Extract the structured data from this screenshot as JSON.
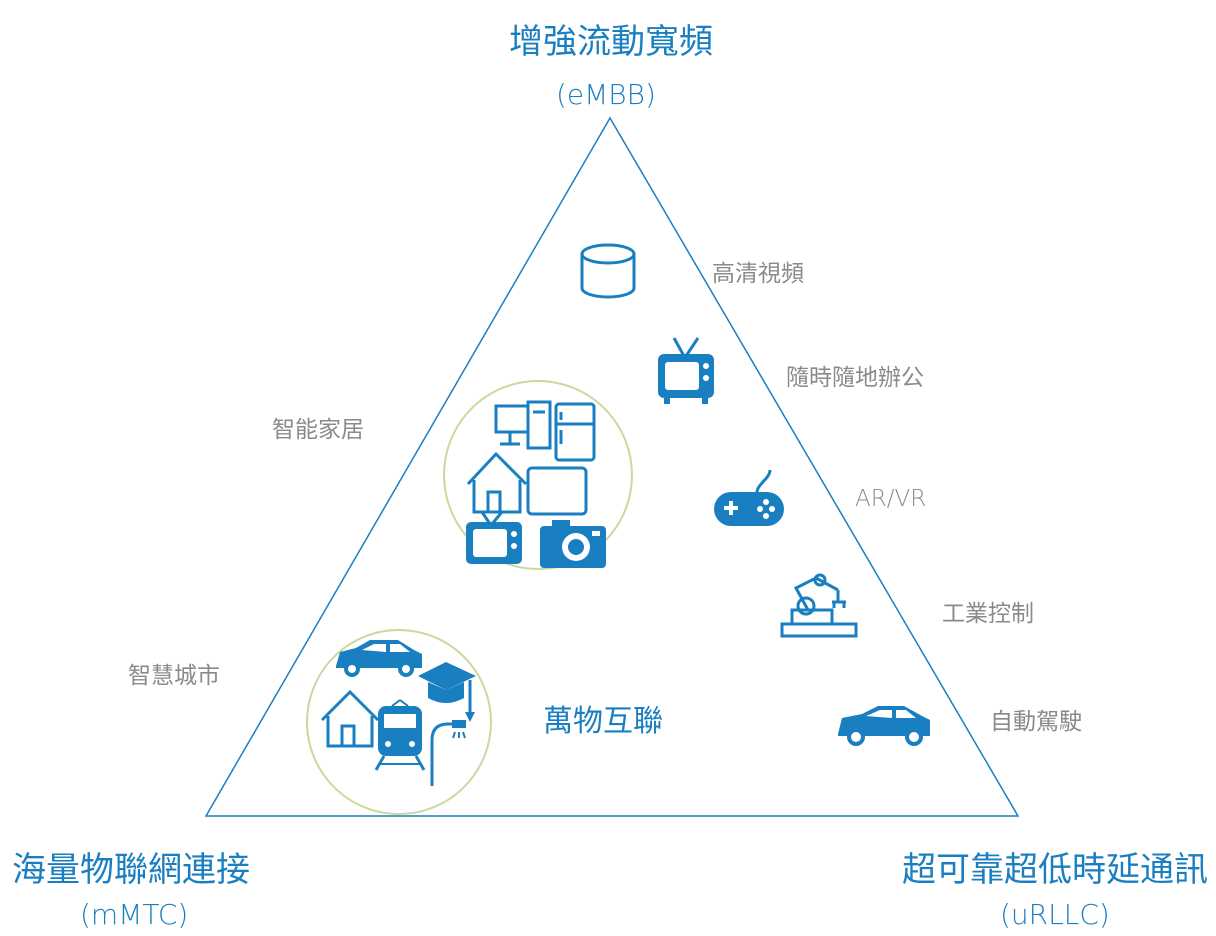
{
  "vertices": {
    "top": {
      "title": "增強流動寬頻",
      "abbr": "(eMBB)"
    },
    "bottom_left": {
      "title": "海量物聯網連接",
      "abbr": "(mMTC)"
    },
    "bottom_right": {
      "title": "超可靠超低時延通訊",
      "abbr": "(uRLLC)"
    }
  },
  "labels": {
    "hd_video": "高清視頻",
    "mobile_office": "隨時隨地辦公",
    "ar_vr": "AR/VR",
    "industrial_control": "工業控制",
    "autonomous_driving": "自動駕駛",
    "smart_home": "智能家居",
    "smart_city": "智慧城市",
    "center": "萬物互聯"
  },
  "icons": {
    "hd_video": "cylinder-icon",
    "mobile_office": "tv-icon",
    "ar_vr": "gamepad-icon",
    "industrial_control": "robot-arm-icon",
    "autonomous_driving": "car-icon",
    "smart_home_group": [
      "computer-icon",
      "fridge-icon",
      "house-icon",
      "monitor-icon",
      "tv-icon",
      "camera-icon"
    ],
    "smart_city_group": [
      "car-icon",
      "graduation-cap-icon",
      "house-icon",
      "train-icon",
      "street-lamp-icon"
    ]
  },
  "colors": {
    "accent": "#1a7fc1",
    "label": "#8a8a8a",
    "circle": "#c9d9a0",
    "triangle": "#1a7fc1"
  }
}
